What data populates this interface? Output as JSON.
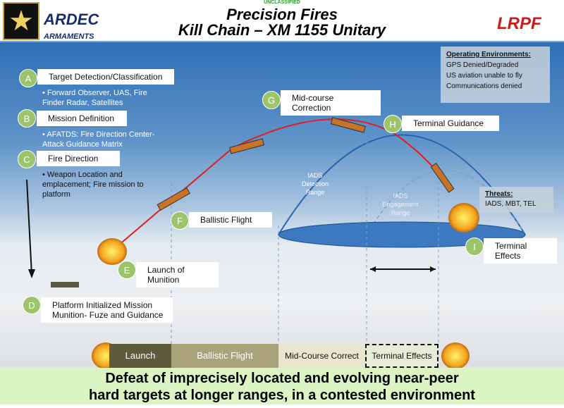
{
  "header": {
    "classification": "UNCLASSIFIED",
    "title_line1": "Precision Fires",
    "title_line2": "Kill Chain – XM 1155 Unitary",
    "logo_left": "ARDEC ARMAMENTS",
    "logo_right": "LRPF"
  },
  "steps": {
    "A": {
      "letter": "A",
      "label": "Target Detection/Classification",
      "bullet": "Forward Observer, UAS, Fire Finder Radar, Satellites"
    },
    "B": {
      "letter": "B",
      "label": "Mission Definition",
      "bullet": "AFATDS: Fire Direction Center-Attack Guidance Matrix"
    },
    "C": {
      "letter": "C",
      "label": "Fire Direction",
      "bullet": "Weapon Location and emplacement; Fire mission to platform"
    },
    "D": {
      "letter": "D",
      "label": "Platform Initialized Mission Munition- Fuze and Guidance"
    },
    "E": {
      "letter": "E",
      "label": "Launch of Munition"
    },
    "F": {
      "letter": "F",
      "label": "Ballistic Flight"
    },
    "G": {
      "letter": "G",
      "label": "Mid-course Correction"
    },
    "H": {
      "letter": "H",
      "label": "Terminal Guidance"
    },
    "I": {
      "letter": "I",
      "label": "Terminal Effects"
    }
  },
  "operating_env": {
    "heading": "Operating Environments:",
    "items": [
      "GPS Denied/Degraded",
      "US aviation unable to fly",
      "Communications denied"
    ]
  },
  "threats": {
    "heading": "Threats:",
    "text": "IADS, MBT, TEL"
  },
  "iads": {
    "detection": "IADS Detection Range",
    "engagement": "IADS Engagement Range"
  },
  "phases": [
    "Launch",
    "Ballistic Flight",
    "Mid-Course Correct",
    "Terminal Effects"
  ],
  "banner": {
    "line1": "Defeat of imprecisely located and evolving near-peer",
    "line2": "hard targets at longer ranges, in a contested environment"
  },
  "colors": {
    "step_circle": "#9cc46a",
    "trajectory": "#e02020",
    "banner": "#dcf3c4"
  }
}
